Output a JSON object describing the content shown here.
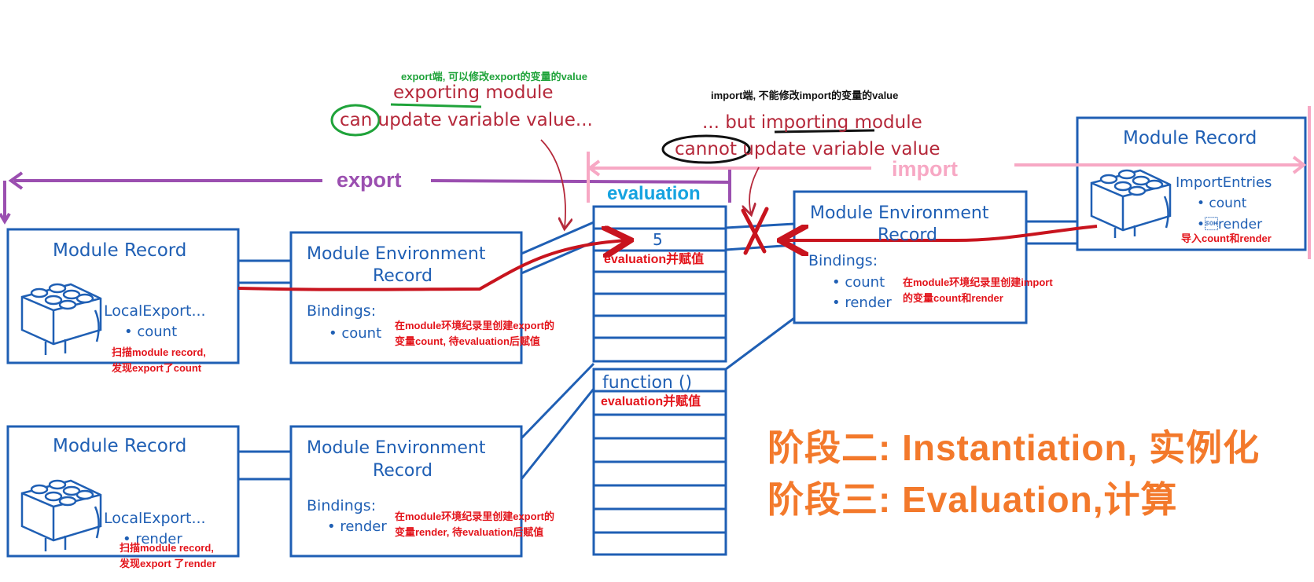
{
  "colors": {
    "box_blue": "#1f5fb4",
    "hand_red": "#b5283a",
    "annotation_red": "#e3141b",
    "annotation_green": "#1fa33a",
    "export_purple": "#9b4fb0",
    "import_pink": "#f7a8c4",
    "evaluation_cyan": "#16a3e0",
    "phase_orange": "#f3792b",
    "arrow_red": "#c8141e"
  },
  "header": {
    "export_note": "export端, 可以修改export的变量的value",
    "exporting_line1": "exporting module",
    "exporting_line2": "can update variable value...",
    "import_note": "import端, 不能修改import的变量的value",
    "importing_line1": "... but importing module",
    "importing_line2": "cannot update variable value"
  },
  "arrows": {
    "export_label": "export",
    "import_label": "import",
    "evaluation_label": "evaluation"
  },
  "memory": {
    "slot_value": "5",
    "slot_value_note": "evaluation并赋值",
    "function_label": "function ()",
    "function_note": "evaluation并赋值"
  },
  "modules": {
    "top": {
      "record_title": "Module Record",
      "record_list_title": "LocalExport...",
      "record_item": "• count",
      "record_note": "扫描module record,\n发现export了count",
      "env_title_line1": "Module Environment",
      "env_title_line2": "Record",
      "env_bindings": "Bindings:",
      "env_item": "• count",
      "env_note": "在module环境纪录里创建export的\n变量count, 待evaluation后赋值"
    },
    "bottom": {
      "record_title": "Module Record",
      "record_list_title": "LocalExport...",
      "record_item": "• render",
      "record_note": "扫描module record,\n发现export 了render",
      "env_title_line1": "Module Environment",
      "env_title_line2": "Record",
      "env_bindings": "Bindings:",
      "env_item": "• render",
      "env_note": "在module环境纪录里创建export的\n变量render, 待evaluation后赋值"
    },
    "importer": {
      "env_title_line1": "Module Environment",
      "env_title_line2": "Record",
      "env_bindings": "Bindings:",
      "env_item1": "• count",
      "env_item2": "• render",
      "env_note": "在module环境纪录里创建import\n的变量count和render",
      "record_title": "Module Record",
      "record_list_title": "ImportEntries",
      "record_item1": "• count",
      "record_item2": "•\u0001render",
      "record_note": "导入count和render"
    }
  },
  "phases": {
    "line1": "阶段二: Instantiation, 实例化",
    "line2": "阶段三: Evaluation,计算"
  }
}
